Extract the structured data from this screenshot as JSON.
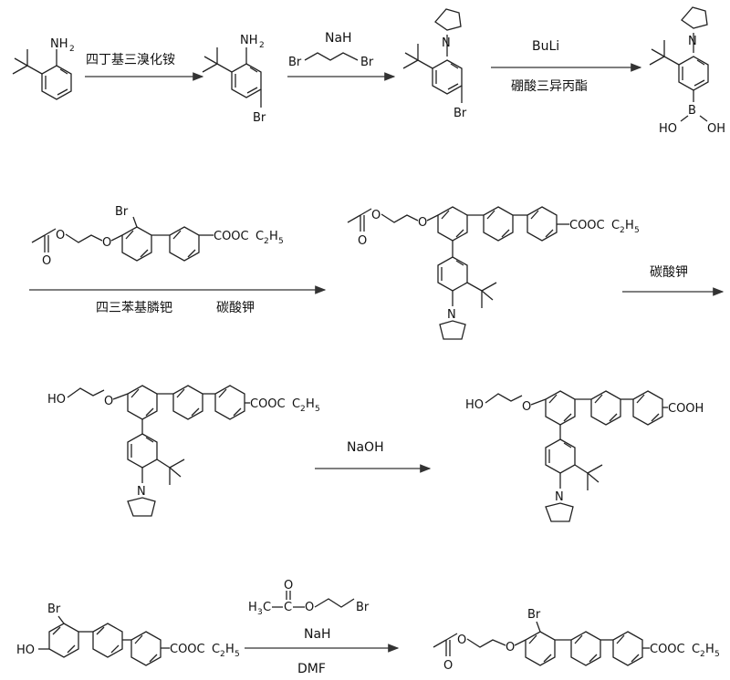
{
  "reagents": {
    "r1_below_cn": "四丁基三溴化铵",
    "r2_above": "NaH",
    "r3_above": "BuLi",
    "r3_below_cn": "硼酸三异丙酯",
    "r4_below_cn_1": "四三苯基膦钯",
    "r4_below_cn_2": "碳酸钾",
    "r5_above_cn": "碳酸钾",
    "r6_above": "NaOH",
    "r7_mid": "NaH",
    "r7_below": "DMF"
  },
  "labels": {
    "nh2": "NH",
    "two": "2",
    "br": "Br",
    "n": "N",
    "o": "O",
    "b": "B",
    "oh": "OH",
    "ho": "HO",
    "cooc2h5": "COOC",
    "h5": "H",
    "five": "5",
    "cooh": "COOH",
    "h3c": "H",
    "three": "3",
    "c_atom": "C"
  }
}
